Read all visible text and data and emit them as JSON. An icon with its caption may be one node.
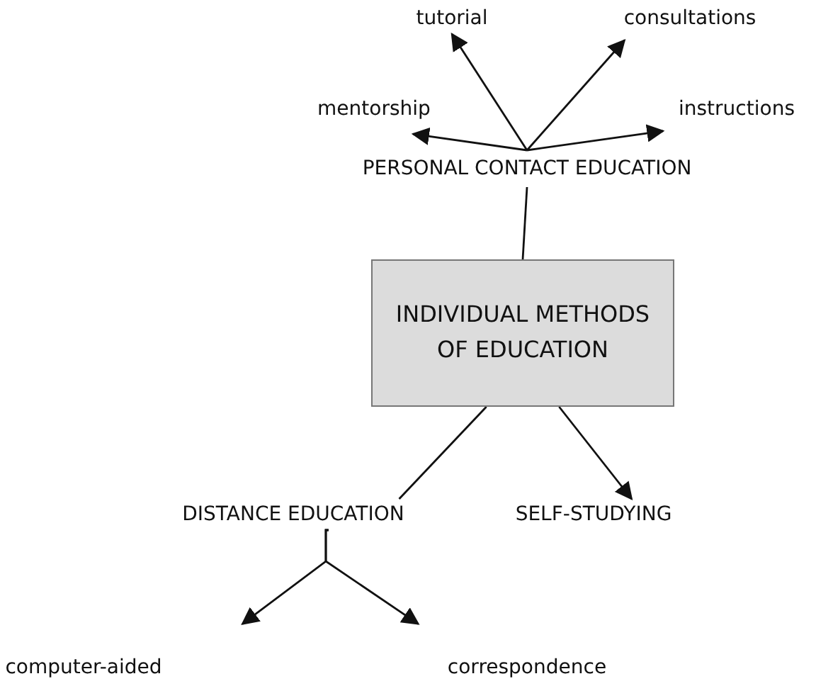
{
  "diagram": {
    "nodes": [
      {
        "text": [
          "tutorial"
        ]
      },
      {
        "text": [
          "consultations"
        ]
      },
      {
        "text": [
          "mentorship"
        ]
      },
      {
        "text": [
          "instructions"
        ]
      },
      {
        "text": [
          "PERSONAL CONTACT EDUCATION"
        ]
      },
      {
        "text": [
          "INDIVIDUAL METHODS OF EDUCATION"
        ]
      },
      {
        "text": [
          "DISTANCE EDUCATION"
        ]
      },
      {
        "text": [
          "SELF-STUDYING"
        ]
      },
      {
        "text": [
          "computer-aided"
        ]
      },
      {
        "text": [
          "correspondence"
        ]
      }
    ],
    "edges": [
      {
        "from": 4,
        "to": 0,
        "arrow": "to"
      },
      {
        "from": 4,
        "to": 1,
        "arrow": "to"
      },
      {
        "from": 4,
        "to": 2,
        "arrow": "to"
      },
      {
        "from": 4,
        "to": 3,
        "arrow": "to"
      },
      {
        "from": 4,
        "to": 5,
        "arrow": "none"
      },
      {
        "from": 5,
        "to": 6,
        "arrow": "none"
      },
      {
        "from": 5,
        "to": 7,
        "arrow": "to"
      },
      {
        "from": 6,
        "to": 8,
        "arrow": "to"
      },
      {
        "from": 6,
        "to": 9,
        "arrow": "to"
      }
    ]
  }
}
